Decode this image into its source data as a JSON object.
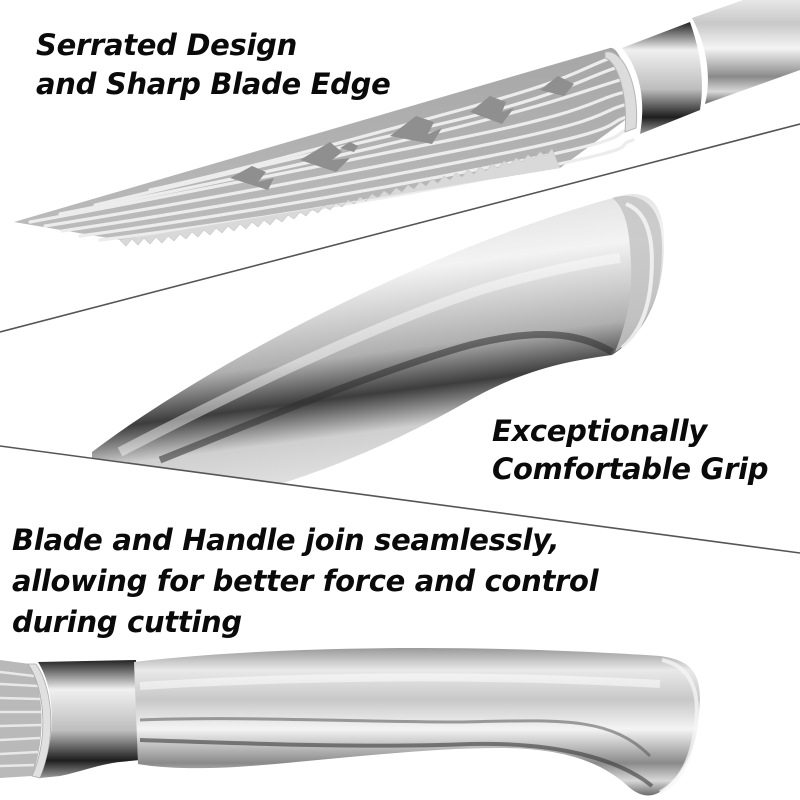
{
  "panels": [
    {
      "id": "serrated-blade",
      "caption_lines": [
        "Serrated Design",
        "and Sharp Blade Edge"
      ]
    },
    {
      "id": "grip-handle",
      "caption_lines": [
        "Exceptionally",
        "Comfortable Grip"
      ]
    },
    {
      "id": "seamless-join",
      "caption_lines": [
        "Blade and Handle join seamlessly,",
        "allowing for better force and control",
        "during cutting"
      ]
    }
  ],
  "colors": {
    "background": "#ffffff",
    "text": "#0a0a0a",
    "divider": "#555555",
    "steel_light": "#f2f2f2",
    "steel_mid": "#b8b8b8",
    "steel_dark": "#4a4a4a",
    "damascus_dark": "#8e8e8e",
    "damascus_light": "#e4e4e4"
  }
}
